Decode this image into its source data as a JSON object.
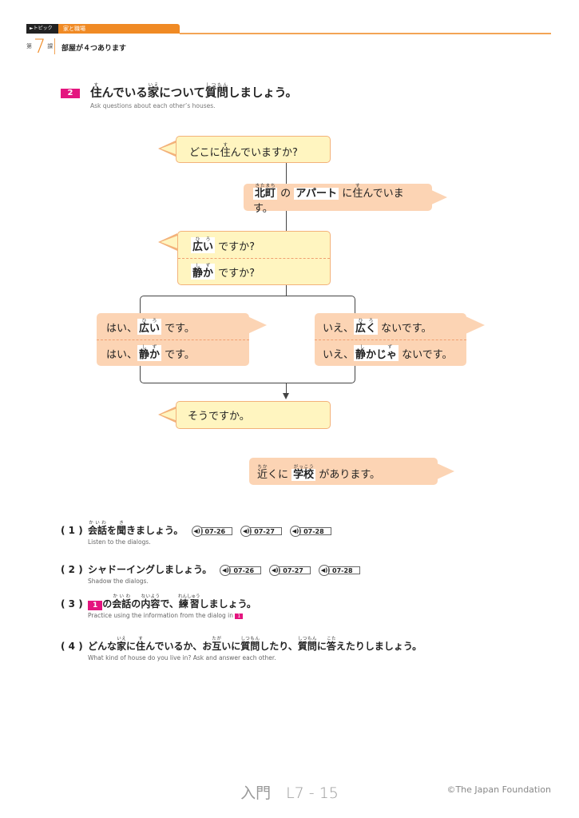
{
  "header": {
    "topic_tag": "►トピック",
    "topic": "家と職場",
    "lesson_pre": "第",
    "lesson_num": "7",
    "lesson_post": "課",
    "lesson_title": "部屋が４つあります"
  },
  "section": {
    "number": "2",
    "title": [
      [
        "住",
        "す"
      ],
      [
        "んでいる",
        ""
      ],
      [
        "家",
        "いえ"
      ],
      [
        "について",
        ""
      ],
      [
        "質問",
        "しつもん"
      ],
      [
        "しましょう。",
        ""
      ]
    ],
    "subtitle": "Ask questions about each other’s houses."
  },
  "dialog": {
    "q1": [
      [
        "どこに",
        ""
      ],
      [
        "住",
        "す"
      ],
      [
        "んでいますか?",
        ""
      ]
    ],
    "a1": {
      "place": "北町",
      "place_ruby": "きたまち",
      "p1": "の",
      "type": "アパート",
      "p2": "に",
      "verb": "住",
      "verb_ruby": "す",
      "end": "んでいます。"
    },
    "q2": [
      {
        "word": "広い",
        "ruby": "ひろ",
        "rest": "ですか?"
      },
      {
        "word": "静か",
        "ruby": "しず",
        "rest": "ですか?"
      }
    ],
    "yes": [
      {
        "pre": "はい、",
        "word": "広い",
        "ruby": "ひろ",
        "rest": "です。"
      },
      {
        "pre": "はい、",
        "word": "静か",
        "ruby": "しず",
        "rest": "です。"
      }
    ],
    "no": [
      {
        "pre": "いえ、",
        "word": "広く",
        "ruby": "ひろ",
        "rest": "ないです。"
      },
      {
        "pre": "いえ、",
        "word": "静かじゃ",
        "ruby": "しず",
        "rest": "ないです。"
      }
    ],
    "react": "そうですか。",
    "extra": {
      "w1": "近",
      "w1_ruby": "ちか",
      "w1_rest": "くに",
      "place": "学校",
      "place_ruby": "がっこう",
      "end": "があります。"
    }
  },
  "tasks": [
    {
      "num": "( 1 )",
      "title": [
        [
          "会話",
          "かいわ"
        ],
        [
          "を",
          ""
        ],
        [
          "聞",
          "き"
        ],
        [
          "きましょう。",
          ""
        ]
      ],
      "en": "Listen to the dialogs.",
      "audio": [
        "07-26",
        "07-27",
        "07-28"
      ]
    },
    {
      "num": "( 2 )",
      "title": [
        [
          "シャドーイングしましょう。",
          ""
        ]
      ],
      "en": "Shadow the dialogs.",
      "audio": [
        "07-26",
        "07-27",
        "07-28"
      ]
    },
    {
      "num": "( 3 )",
      "badge": "1",
      "title": [
        [
          "の",
          ""
        ],
        [
          "会話",
          "かいわ"
        ],
        [
          "の",
          ""
        ],
        [
          "内容",
          "ないよう"
        ],
        [
          "で、",
          ""
        ],
        [
          "練習",
          "れんしゅう"
        ],
        [
          "しましょう。",
          ""
        ]
      ],
      "en": "Practice using the information from the dialog in",
      "en_badge": "1"
    },
    {
      "num": "( 4 )",
      "title": [
        [
          "どんな",
          ""
        ],
        [
          "家",
          "いえ"
        ],
        [
          "に",
          ""
        ],
        [
          "住",
          "す"
        ],
        [
          "んでいるか、お",
          ""
        ],
        [
          "互",
          "たが"
        ],
        [
          "いに",
          ""
        ],
        [
          "質問",
          "しつもん"
        ],
        [
          "したり、",
          ""
        ],
        [
          "質問",
          "しつもん"
        ],
        [
          "に",
          ""
        ],
        [
          "答",
          "こた"
        ],
        [
          "えたりしましょう。",
          ""
        ]
      ],
      "en": "What kind of house do you live in? Ask and answer each other."
    }
  ],
  "footer": {
    "page": "入門　L7 - 15",
    "copyright": "©The Japan Foundation"
  },
  "colors": {
    "accent": "#f08a24",
    "pink": "#e4157f",
    "yellow": "#fff5c0",
    "peach": "#fcd4b4"
  }
}
